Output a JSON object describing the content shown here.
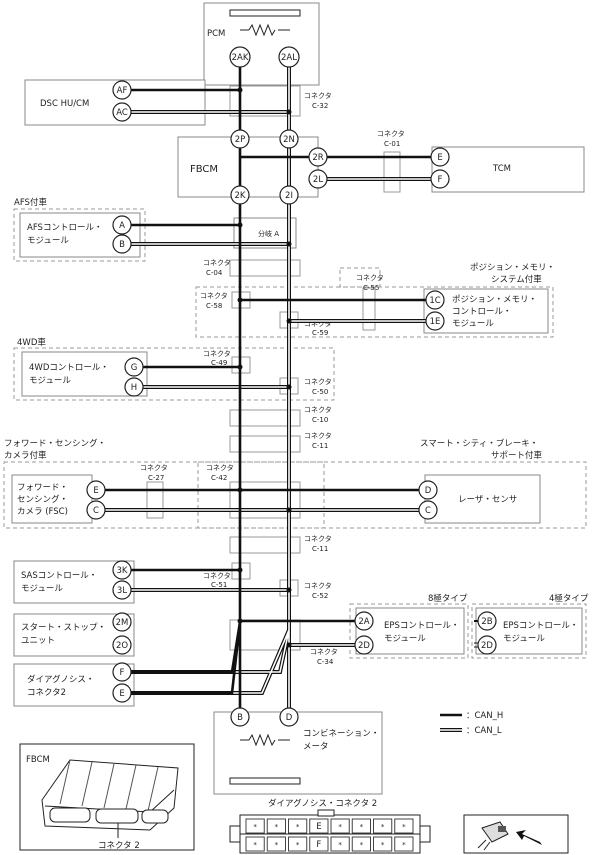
{
  "pcm": {
    "label": "PCM",
    "pin_h": "2AK",
    "pin_l": "2AL"
  },
  "dsc": {
    "label": "DSC HU/CM",
    "pin_h": "AF",
    "pin_l": "AC"
  },
  "fbcm": {
    "label": "FBCM",
    "pin_h_in": "2P",
    "pin_l_in": "2N",
    "pin_h_out": "2K",
    "pin_l_out": "2I",
    "pin_r": "2R",
    "pin_lb": "2L"
  },
  "tcm": {
    "label": "TCM",
    "pin_h": "E",
    "pin_l": "F"
  },
  "afs": {
    "group": "AFS付車",
    "label1": "AFSコントロール・",
    "label2": "モジュール",
    "pin_h": "A",
    "pin_l": "B",
    "branch": "分岐 A"
  },
  "connectors": {
    "word": "コネクタ",
    "c32": "C-32",
    "c01": "C-01",
    "c04": "C-04",
    "c55": "C-55",
    "c58": "C-58",
    "c59": "C-59",
    "c49": "C-49",
    "c50": "C-50",
    "c10": "C-10",
    "c11a": "C-11",
    "c27": "C-27",
    "c42": "C-42",
    "c11b": "C-11",
    "c51": "C-51",
    "c52": "C-52",
    "c34": "C-34"
  },
  "memory": {
    "group1": "ポジション・メモリ・",
    "group2": "システム付車",
    "label1": "ポジション・メモリ・",
    "label2": "コントロール・",
    "label3": "モジュール",
    "pin_h": "1C",
    "pin_l": "1E"
  },
  "awd": {
    "group": "4WD車",
    "label1": "4WDコントロール・",
    "label2": "モジュール",
    "pin_h": "G",
    "pin_l": "H"
  },
  "fsc": {
    "group1": "フォワード・センシング・",
    "group2": "カメラ付車",
    "label1": "フォワード・",
    "label2": "センシング・",
    "label3": "カメラ (FSC)",
    "pin_h": "E",
    "pin_l": "C"
  },
  "laser": {
    "group1": "スマート・シティ・ブレーキ・",
    "group2": "サポート付車",
    "label": "レーザ・センサ",
    "pin_h": "D",
    "pin_l": "C"
  },
  "sas": {
    "label1": "SASコントロール・",
    "label2": "モジュール",
    "pin_h": "3K",
    "pin_l": "3L"
  },
  "sss": {
    "label1": "スタート・ストップ・",
    "label2": "ユニット",
    "pin_h": "2M",
    "pin_l": "2O"
  },
  "eps8": {
    "group": "8極タイプ",
    "label1": "EPSコントロール・",
    "label2": "モジュール",
    "pin_h": "2A",
    "pin_l": "2D"
  },
  "eps4": {
    "group": "4極タイプ",
    "label1": "EPSコントロール・",
    "label2": "モジュール",
    "pin_h": "2B",
    "pin_l": "2D"
  },
  "diag": {
    "label1": "ダイアグノシス・",
    "label2": "コネクタ2",
    "pin_h": "F",
    "pin_l": "E"
  },
  "meter": {
    "label1": "コンビネーション・",
    "label2": "メータ",
    "pin_h": "B",
    "pin_l": "D"
  },
  "legend": {
    "h": "：CAN_H",
    "l": "：CAN_L"
  },
  "inset": {
    "fbcm": "FBCM",
    "connector2": "コネクタ 2",
    "diag_title": "ダイアグノシス・コネクタ 2",
    "pin_e": "E",
    "pin_f": "F",
    "star": "*"
  }
}
